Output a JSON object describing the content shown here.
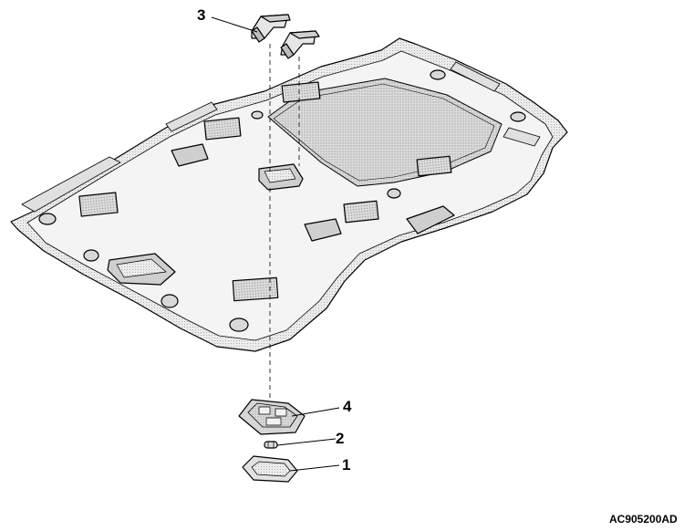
{
  "callouts": {
    "c1": "1",
    "c2": "2",
    "c3": "3",
    "c4": "4"
  },
  "figure_code": "AC905200AD"
}
